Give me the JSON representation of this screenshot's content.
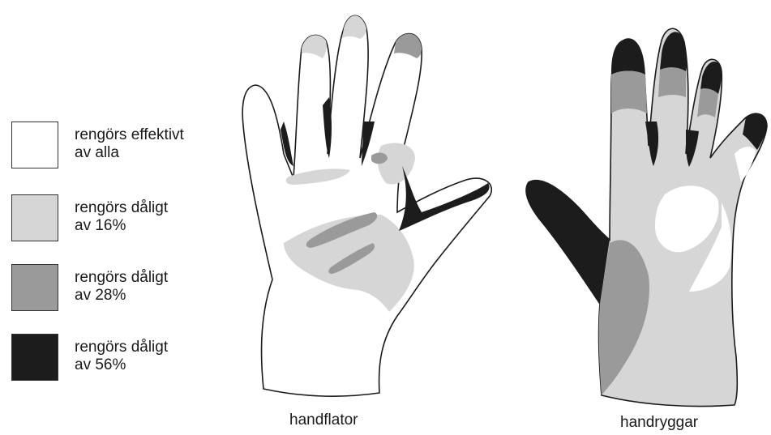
{
  "legend": [
    {
      "line1": "rengörs effektivt",
      "line2": "av alla",
      "color": "#ffffff"
    },
    {
      "line1": "rengörs dåligt",
      "line2": "av 16%",
      "color": "#d6d6d6"
    },
    {
      "line1": "rengörs dåligt",
      "line2": "av 28%",
      "color": "#9a9a9a"
    },
    {
      "line1": "rengörs dåligt",
      "line2": "av 56%",
      "color": "#1c1c1c"
    }
  ],
  "captions": {
    "palm": "handflator",
    "back": "handryggar"
  }
}
